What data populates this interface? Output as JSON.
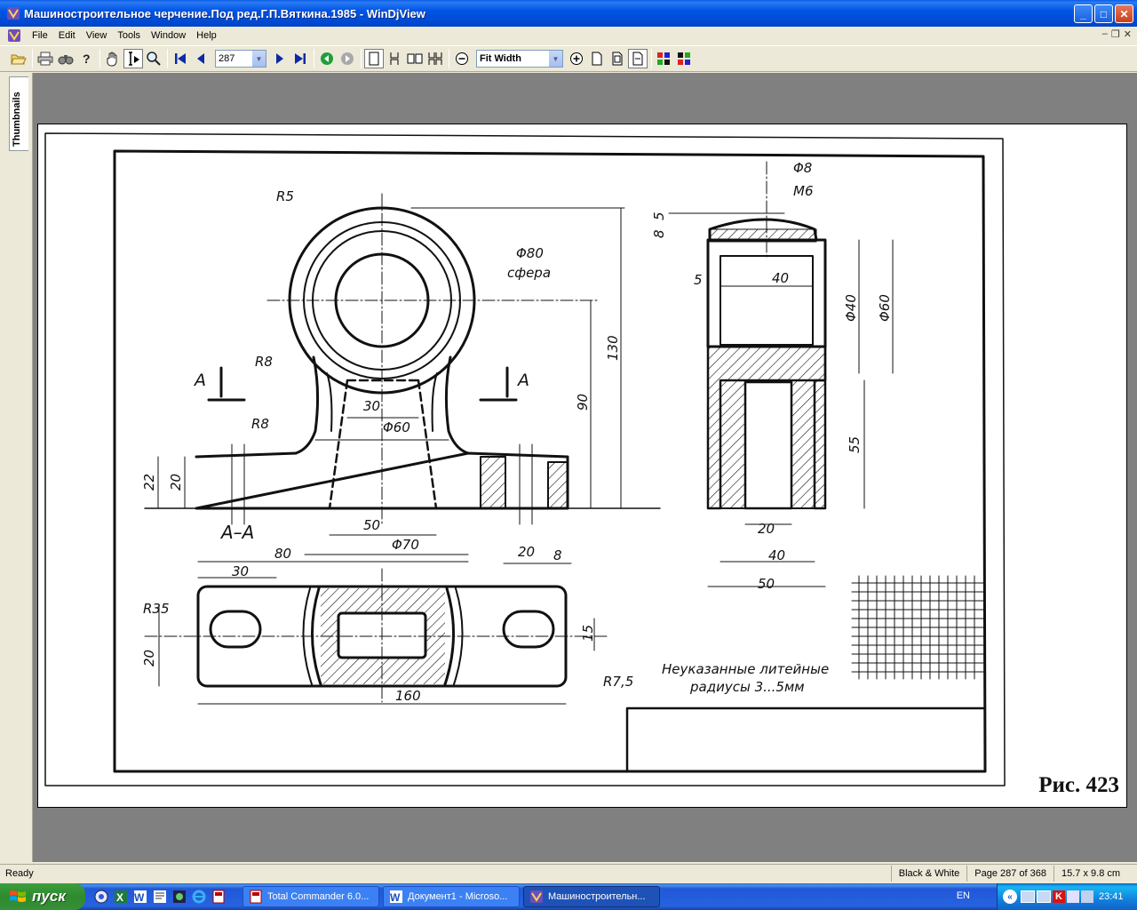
{
  "window": {
    "title": "Машиностроительное черчение.Под ред.Г.П.Вяткина.1985 - WinDjView",
    "buttons": {
      "minimize": "_",
      "maximize": "□",
      "close": "✕"
    }
  },
  "menu": [
    "File",
    "Edit",
    "View",
    "Tools",
    "Window",
    "Help"
  ],
  "toolbar": {
    "page_number": "287",
    "zoom": "Fit Width"
  },
  "sidebar": {
    "tab_label": "Thumbnails"
  },
  "document": {
    "figure_caption": "Рис. 423",
    "drawing": {
      "dims": {
        "r5": "R5",
        "phi80": "Φ80",
        "sfera": "сфера",
        "r8a": "R8",
        "r8b": "R8",
        "sectionA_left": "A",
        "sectionA_right": "A",
        "d30": "30",
        "phi60": "Φ60",
        "d130": "130",
        "d90": "90",
        "d22": "22",
        "d20": "20",
        "d50": "50",
        "phi70": "Φ70",
        "section_label": "A–A",
        "phi8": "Φ8",
        "m6": "M6",
        "d5a": "5",
        "d8": "8",
        "d5b": "5",
        "d40": "40",
        "phi40": "Φ40",
        "phi60r": "Φ60",
        "d55": "55",
        "d20r": "20",
        "d40r": "40",
        "d50r": "50",
        "p_80": "80",
        "p_30": "30",
        "p_20": "20",
        "p_8": "8",
        "p_r35": "R35",
        "p_20v": "20",
        "p_15": "15",
        "p_r75": "R7,5",
        "p_160": "160"
      },
      "note_line1": "Неуказанные литейные",
      "note_line2": "радиусы  3...5мм"
    }
  },
  "status": {
    "left": "Ready",
    "mode": "Black & White",
    "page": "Page 287 of 368",
    "size": "15.7 x 9.8 cm"
  },
  "taskbar": {
    "start": "пуск",
    "tasks": [
      {
        "label": "Total Commander 6.0...",
        "active": false
      },
      {
        "label": "Документ1 - Microso...",
        "active": false
      },
      {
        "label": "Машиностроительн...",
        "active": true
      }
    ],
    "lang": "EN",
    "clock": "23:41"
  }
}
